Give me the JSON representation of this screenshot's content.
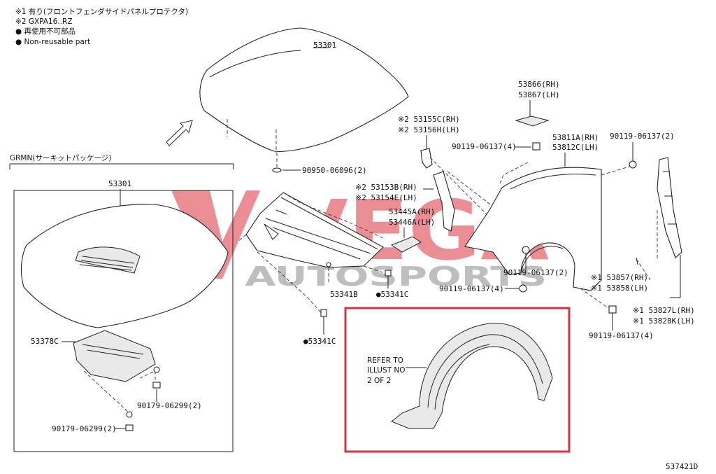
{
  "notes": {
    "note1": "※1 有り(フロントフェンダサイドパネルプロテクタ)",
    "note2": "※2 GXPA16..RZ",
    "note3": "● 再使用不可部品",
    "note4": "● Non-reusable part"
  },
  "group": {
    "label": "GRMN(サーキットパッケージ)"
  },
  "labels": {
    "hood_main": "53301",
    "hood_grmn": "53301",
    "clip_90950": "90950-06096(2)",
    "p53866": "53866(RH)",
    "p53867": "53867(LH)",
    "p53155c": "※2 53155C(RH)",
    "p53156h": "※2 53156H(LH)",
    "b90119_a": "90119-06137(4)",
    "p53811a": "53811A(RH)",
    "p53812c": "53812C(LH)",
    "b90119_b": "90119-06137(2)",
    "p53153b": "※2 53153B(RH)",
    "p53154e": "※2 53154E(LH)",
    "p53445a": "53445A(RH)",
    "p53446a": "53446A(LH)",
    "b90119_c": "90119-06137(2)",
    "b90119_d": "90119-06137(4)",
    "p53857": "※1 53857(RH)",
    "p53858": "※1 53858(LH)",
    "p53827l": "※1 53827L(RH)",
    "p53828k": "※1 53828K(LH)",
    "b90119_e": "90119-06137(4)",
    "p53341b": "53341B",
    "p53341c": "●53341C",
    "p53341c2": "●53341C",
    "p53378c": "53378C",
    "b90179_a": "90179-06299(2)",
    "b90179_b": "90179-06299(2)",
    "refer1": "REFER TO",
    "refer2": "ILLUST NO",
    "refer3": "2 OF 2",
    "code": "537421D"
  },
  "watermark": {
    "word1": "VEGA",
    "word2": "AUTOSPORTS"
  },
  "colors": {
    "watermark_red": "#d9323c",
    "watermark_grey": "#8a8a8a",
    "highlight_box": "#d9323c"
  }
}
